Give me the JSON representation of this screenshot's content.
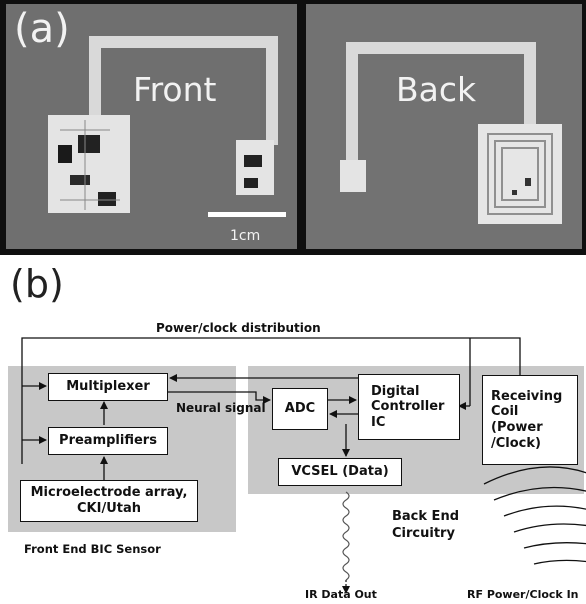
{
  "panel_a": {
    "label": "(a)",
    "front_label": "Front",
    "back_label": "Back",
    "scale_bar_label": "1cm"
  },
  "panel_b": {
    "label": "(b)",
    "power_clock_distribution": "Power/clock distribution",
    "neural_signal": "Neural signal",
    "blocks": {
      "multiplexer": "Multiplexer",
      "preamplifiers": "Preamplifiers",
      "microelectrode_line1": "Microelectrode array,",
      "microelectrode_line2": "CKI/Utah",
      "adc": "ADC",
      "digital_line1": "Digital",
      "digital_line2": "Controller",
      "digital_line3": "IC",
      "vcsel": "VCSEL (Data)",
      "coil_line1": "Receiving",
      "coil_line2": "Coil",
      "coil_line3": "(Power",
      "coil_line4": "/Clock)"
    },
    "front_end_label": "Front End BIC Sensor",
    "back_end_line1": "Back End",
    "back_end_line2": "Circuitry",
    "ir_data_out": "IR Data Out",
    "rf_power_clock_in": "RF Power/Clock In"
  }
}
